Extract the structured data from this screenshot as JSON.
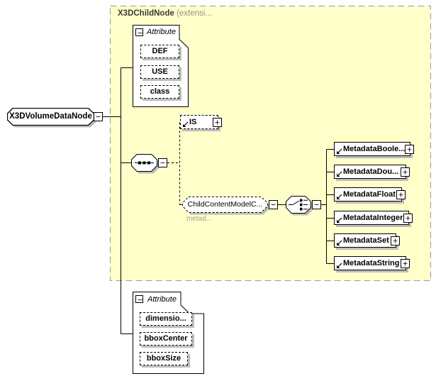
{
  "colors": {
    "container_fill": "#FFFFC9",
    "container_border": "#9C9C9C",
    "shadow": "#BCBCBC",
    "muted_text": "#A0A0A0"
  },
  "root_node": {
    "label": "X3DVolumeDataNode"
  },
  "container": {
    "title": "X3DChildNode",
    "title_note": "(extensi..."
  },
  "top_attribute_group": {
    "label": "Attribute",
    "items": [
      {
        "label": "DEF"
      },
      {
        "label": "USE"
      },
      {
        "label": "class"
      }
    ]
  },
  "is_element": {
    "label": "IS"
  },
  "child_content_model": {
    "label": "ChildContentModelC...",
    "note": "metad..."
  },
  "metadata_elements": [
    {
      "label": "MetadataBoole..."
    },
    {
      "label": "MetadataDou..."
    },
    {
      "label": "MetadataFloat"
    },
    {
      "label": "MetadataInteger"
    },
    {
      "label": "MetadataSet"
    },
    {
      "label": "MetadataString"
    }
  ],
  "bottom_attribute_group": {
    "label": "Attribute",
    "items": [
      {
        "label": "dimensio..."
      },
      {
        "label": "bboxCenter"
      },
      {
        "label": "bboxSize"
      }
    ]
  },
  "icons": {
    "collapse": "minus-box",
    "expand": "plus-box",
    "reference": "corner-arrow",
    "sequence": "sequence-compositor",
    "choice": "choice-compositor"
  }
}
